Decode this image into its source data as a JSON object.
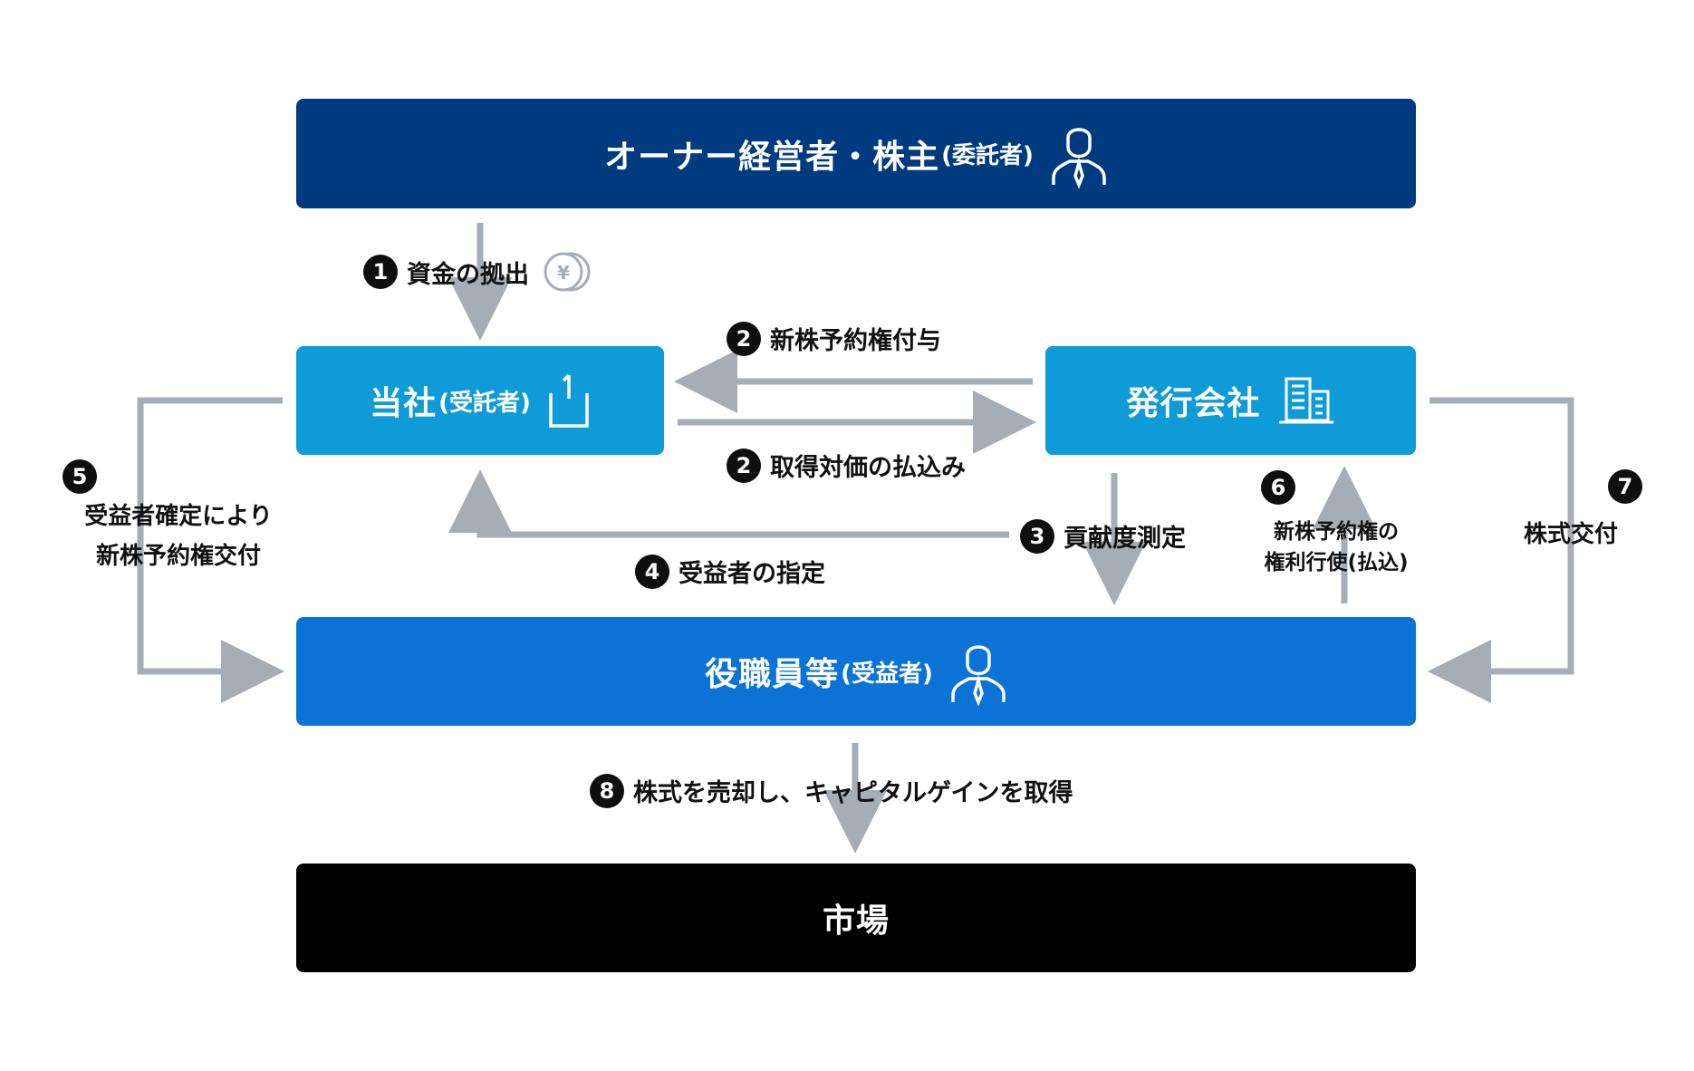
{
  "boxes": {
    "owner": {
      "title": "オーナー経営者・株主",
      "sub": "(委託者)",
      "icon": "person-icon",
      "color": "#003b7f"
    },
    "company": {
      "title": "当社",
      "sub": "(受託者)",
      "icon": "box-icon",
      "color": "#0e9bd8"
    },
    "issuer": {
      "title": "発行会社",
      "icon": "building-icon",
      "color": "#0e9bd8"
    },
    "officers": {
      "title": "役職員等",
      "sub": "(受益者)",
      "icon": "person-icon",
      "color": "#0b73d6"
    },
    "market": {
      "title": "市場",
      "color": "#000000"
    }
  },
  "steps": {
    "s1": {
      "num": "1",
      "text": "資金の拠出",
      "icon": "yen-coin-icon"
    },
    "s2a": {
      "num": "2",
      "text": "新株予約権付与"
    },
    "s2b": {
      "num": "2",
      "text": "取得対価の払込み"
    },
    "s3": {
      "num": "3",
      "text": "貢献度測定"
    },
    "s4": {
      "num": "4",
      "text": "受益者の指定"
    },
    "s5": {
      "num": "5",
      "line1": "受益者確定により",
      "line2": "新株予約権交付"
    },
    "s6": {
      "num": "6",
      "line1": "新株予約権の",
      "line2": "権利行使(払込)"
    },
    "s7": {
      "num": "7",
      "text": "株式交付"
    },
    "s8": {
      "num": "8",
      "text": "株式を売却し、キャピタルゲインを取得"
    }
  },
  "colors": {
    "arrow": "#a6adb5",
    "number_bg": "#0f0f0f"
  }
}
